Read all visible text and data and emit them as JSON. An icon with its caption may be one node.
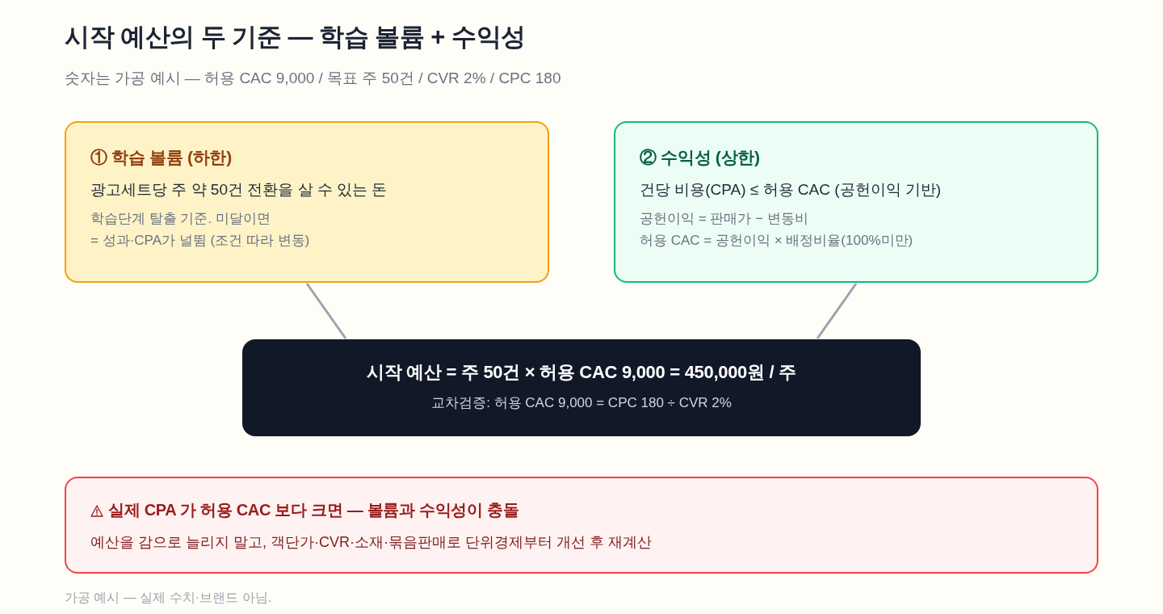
{
  "diagram": {
    "title": "시작 예산의 두 기준 — 학습 볼륨 + 수익성",
    "nodes": [
      {
        "text": [
          "① 학습 볼륨 (하한)",
          "광고세트당 주 약 50건 전환을 살 수 있는 돈",
          "학습단계 탈출 기준. 미달이면",
          "= 성과·CPA가 널뜀 (조건 따라 변동)"
        ]
      },
      {
        "text": [
          "② 수익성 (상한)",
          "건당 비용(CPA) ≤ 허용 CAC (공헌이익 기반)",
          "공헌이익 = 판매가 − 변동비",
          "허용 CAC = 공헌이익 × 배정비율(100%미만)"
        ]
      },
      {
        "text": [
          "시작 예산 = 주 50건 × 허용 CAC 9,000 = 450,000원 / 주",
          "교차검증: 허용 CAC 9,000 = CPC 180 ÷ CVR 2%"
        ]
      },
      {
        "text": [
          "실제 CPA 가 허용 CAC 보다 크면 — 볼륨과 수익성이 충돌",
          "예산을 감으로 늘리지 말고, 객단가·CVR·소재·묶음판매로 단위경제부터 개선 후 재계산"
        ]
      }
    ],
    "edges": [
      {
        "from": 0,
        "to": 2,
        "arrow": "none"
      },
      {
        "from": 1,
        "to": 2,
        "arrow": "none"
      }
    ],
    "labels": [
      "숫자는 가공 예시 — 허용 CAC 9,000 / 목표 주 50건 / CVR 2% / CPC 180"
    ],
    "caption": "가공 예시 — 실제 수치·브랜드 아님."
  }
}
